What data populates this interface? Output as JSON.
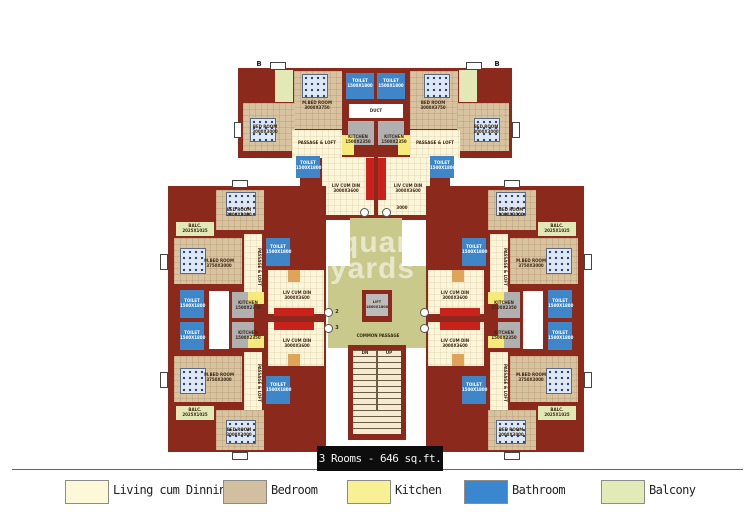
{
  "plan": {
    "caption": "3 Rooms - 646 sq.ft.",
    "watermark_top": "quar",
    "watermark_bottom": "yards",
    "section_marker": "B",
    "core": {
      "lift_label": "LIFT",
      "lift_size": "1800X1800",
      "common_passage": "COMMON PASSAGE",
      "stair_dn": "DN",
      "stair_up": "UP"
    },
    "rooms": {
      "bedroom": "BED ROOM",
      "m_bedroom": "M.BED ROOM",
      "bedroom_size_a": "3000X3750",
      "bedroom_size_b": "3000X3000",
      "bedroom_size_c": "3750X3000",
      "toilet": "TOILET",
      "toilet_size": "1500X1800",
      "balcony": "BALC.",
      "balcony_size": "2025X1025",
      "passage": "PASSAGE & LOFT",
      "kitchen": "KITCHEN",
      "kitchen_size": "1500X2350",
      "duct": "DUCT",
      "living": "LIV CUM DIN",
      "living_size": "3000X3600",
      "dimension": "3000",
      "flat_no_2": "2",
      "flat_no_3": "3"
    }
  },
  "legend": {
    "items": [
      {
        "label": "Living cum Dinning",
        "color": "#fdf9d8"
      },
      {
        "label": "Bedroom",
        "color": "#d2bfa0"
      },
      {
        "label": "Kitchen",
        "color": "#f8f094"
      },
      {
        "label": "Bathroom",
        "color": "#3a86cf"
      },
      {
        "label": "Balcony",
        "color": "#e2eab8"
      }
    ]
  }
}
